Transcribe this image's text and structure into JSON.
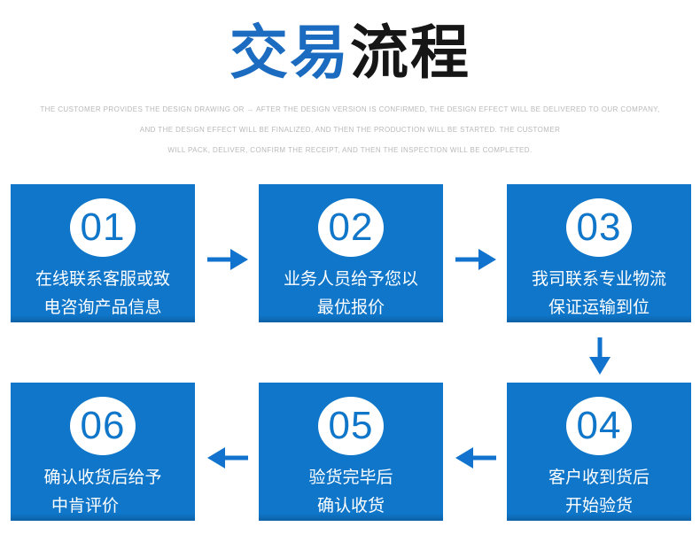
{
  "title": {
    "part_blue": "交易",
    "part_black": "流程"
  },
  "subtitle": {
    "line1": "THE CUSTOMER PROVIDES THE DESIGN DRAWING OR → AFTER THE DESIGN VERSION IS CONFIRMED, THE DESIGN EFFECT WILL BE DELIVERED TO OUR COMPANY,",
    "line2": "AND THE DESIGN EFFECT WILL BE FINALIZED, AND THEN THE PRODUCTION WILL BE STARTED. THE CUSTOMER",
    "line3": "WILL PACK, DELIVER, CONFIRM THE RECEIPT, AND THEN THE INSPECTION WILL BE COMPLETED."
  },
  "steps": [
    {
      "number": "01",
      "line1": "在线联系客服或致",
      "line2": "电咨询产品信息"
    },
    {
      "number": "02",
      "line1": "业务人员给予您以",
      "line2": "最优报价"
    },
    {
      "number": "03",
      "line1": "我司联系专业物流",
      "line2": "保证运输到位"
    },
    {
      "number": "04",
      "line1": "客户收到货后",
      "line2": "开始验货"
    },
    {
      "number": "05",
      "line1": "验货完毕后",
      "line2": "确认收货"
    },
    {
      "number": "06",
      "line1": "确认收货后给予",
      "line2": "中肯评价"
    }
  ],
  "arrows": [
    {
      "from": "01",
      "to": "02",
      "direction": "right"
    },
    {
      "from": "02",
      "to": "03",
      "direction": "right"
    },
    {
      "from": "03",
      "to": "04",
      "direction": "down"
    },
    {
      "from": "04",
      "to": "05",
      "direction": "left"
    },
    {
      "from": "05",
      "to": "06",
      "direction": "left"
    }
  ],
  "colors": {
    "box_blue": "#0f76c9",
    "box_blue_dark": "#0c60a6",
    "title_blue": "#1b6cc0",
    "title_black": "#161616",
    "arrow_blue": "#1173cd",
    "subtitle_gray": "#b9b9b9"
  }
}
